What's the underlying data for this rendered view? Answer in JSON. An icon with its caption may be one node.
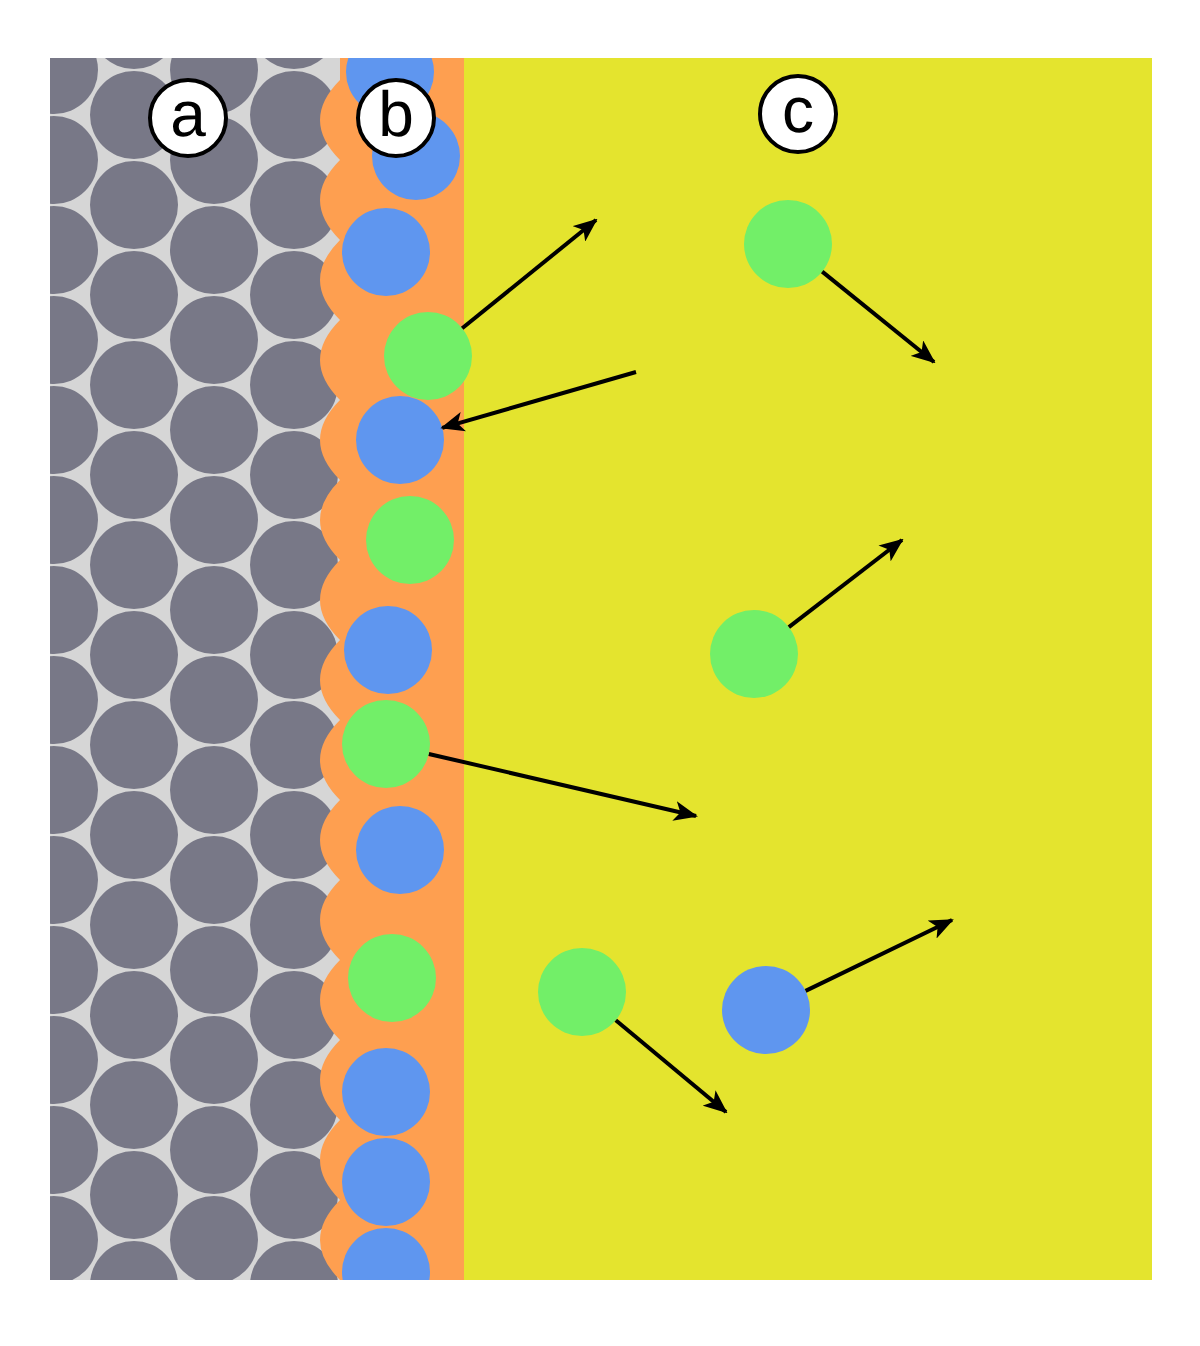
{
  "diagram": {
    "nodes": [
      {
        "text": [
          "a"
        ]
      },
      {
        "text": [
          "b"
        ]
      },
      {
        "text": [
          "c"
        ]
      },
      {
        "text": [],
        "shape": "circle"
      },
      {
        "text": [],
        "shape": "circle"
      },
      {
        "text": [],
        "shape": "circle"
      },
      {
        "text": [],
        "shape": "circle"
      },
      {
        "text": [],
        "shape": "circle"
      },
      {
        "text": [],
        "shape": "circle"
      },
      {
        "text": [],
        "shape": "circle"
      }
    ],
    "edges": [
      {
        "from": 3,
        "to": null,
        "arrow": "to"
      },
      {
        "from": 4,
        "to": null,
        "arrow": "to"
      },
      {
        "from": null,
        "to": 5,
        "arrow": "to"
      },
      {
        "from": 6,
        "to": null,
        "arrow": "to"
      },
      {
        "from": 7,
        "to": null,
        "arrow": "to"
      },
      {
        "from": 8,
        "to": null,
        "arrow": "to"
      },
      {
        "from": 9,
        "to": null,
        "arrow": "to"
      }
    ]
  }
}
